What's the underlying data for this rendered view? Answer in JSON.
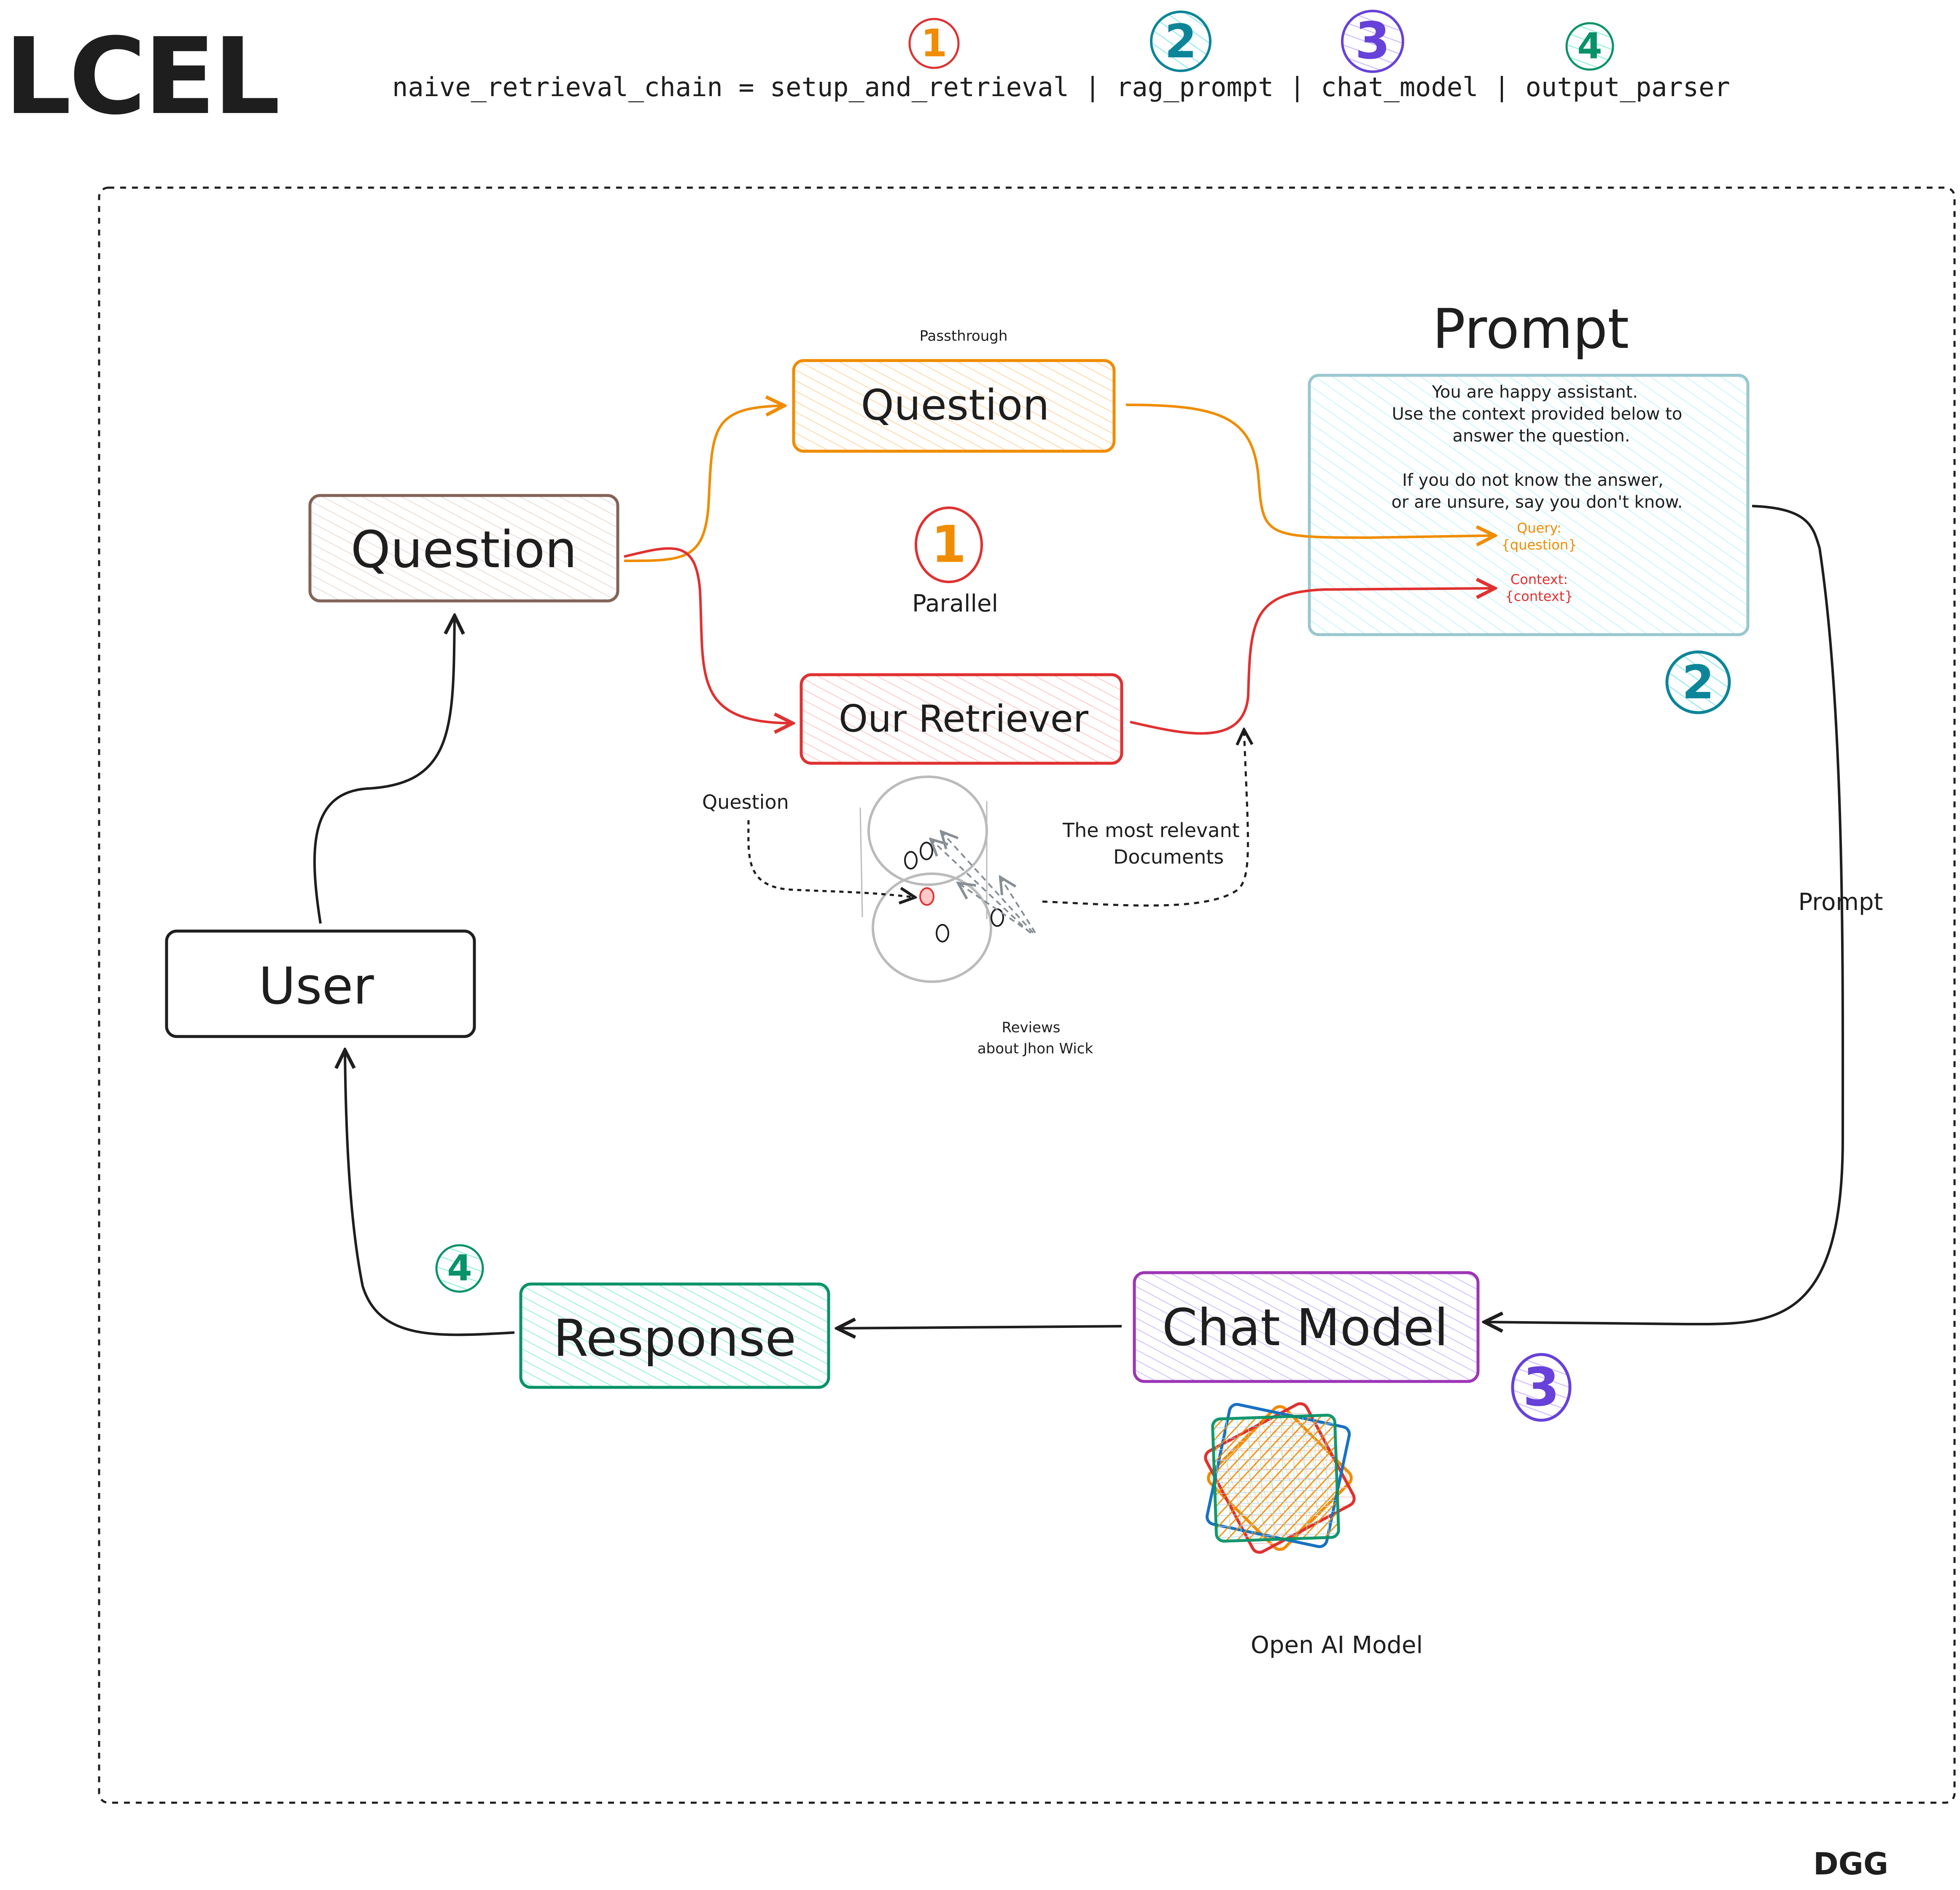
{
  "title": "LCEL",
  "code_line": "naive_retrieval_chain = setup_and_retrieval | rag_prompt | chat_model | output_parser",
  "code_parts": [
    "setup_and_retrieval",
    "rag_prompt",
    "chat_model",
    "output_parser"
  ],
  "step_badges": [
    {
      "number": "1",
      "ring_color": "#e03131",
      "digit_color": "#f08c00",
      "fill": "none"
    },
    {
      "number": "2",
      "ring_color": "#0c8599",
      "digit_color": "#0c8599",
      "fill": "#99e9f2"
    },
    {
      "number": "3",
      "ring_color": "#6741d9",
      "digit_color": "#6741d9",
      "fill": "#d0bfff"
    },
    {
      "number": "4",
      "ring_color": "#099268",
      "digit_color": "#099268",
      "fill": "#96f2d7"
    }
  ],
  "nodes": {
    "question_input": {
      "label": "Question",
      "stroke": "#846358",
      "hatch": "#eaddd7"
    },
    "passthrough_label": "Passthrough",
    "question_passthrough": {
      "label": "Question",
      "stroke": "#f08c00",
      "hatch": "#ffd8a8"
    },
    "parallel_label": "Parallel",
    "retriever": {
      "label": "Our Retriever",
      "stroke": "#e03131",
      "hatch": "#ffc9c9"
    },
    "user": {
      "label": "User",
      "stroke": "#1e1e1e"
    },
    "response": {
      "label": "Response",
      "stroke": "#099268",
      "hatch": "#96f2d7"
    },
    "chat_model": {
      "label": "Chat Model",
      "stroke": "#9c36b5",
      "hatch": "#d0bfff"
    },
    "openai_label": "Open AI Model"
  },
  "prompt": {
    "heading": "Prompt",
    "lines": [
      "You are happy assistant.",
      "Use the context provided below to",
      "answer the question.",
      "",
      "If you do not know the answer,",
      "or are unsure, say you don't know."
    ],
    "query_label": "Query:",
    "query_var": "{question}",
    "context_label": "Context:",
    "context_var": "{context}",
    "stroke": "#99c7d0",
    "hatch": "#c5f6fa",
    "query_color": "#f08c00",
    "context_color": "#e03131"
  },
  "vector_store": {
    "question_label": "Question",
    "relevant_docs_label": [
      "The most relevant",
      "Documents"
    ],
    "reviews_label": [
      "Reviews",
      "about Jhon Wick"
    ]
  },
  "edge_labels": {
    "prompt_to_model": "Prompt"
  },
  "signature": "DGG"
}
